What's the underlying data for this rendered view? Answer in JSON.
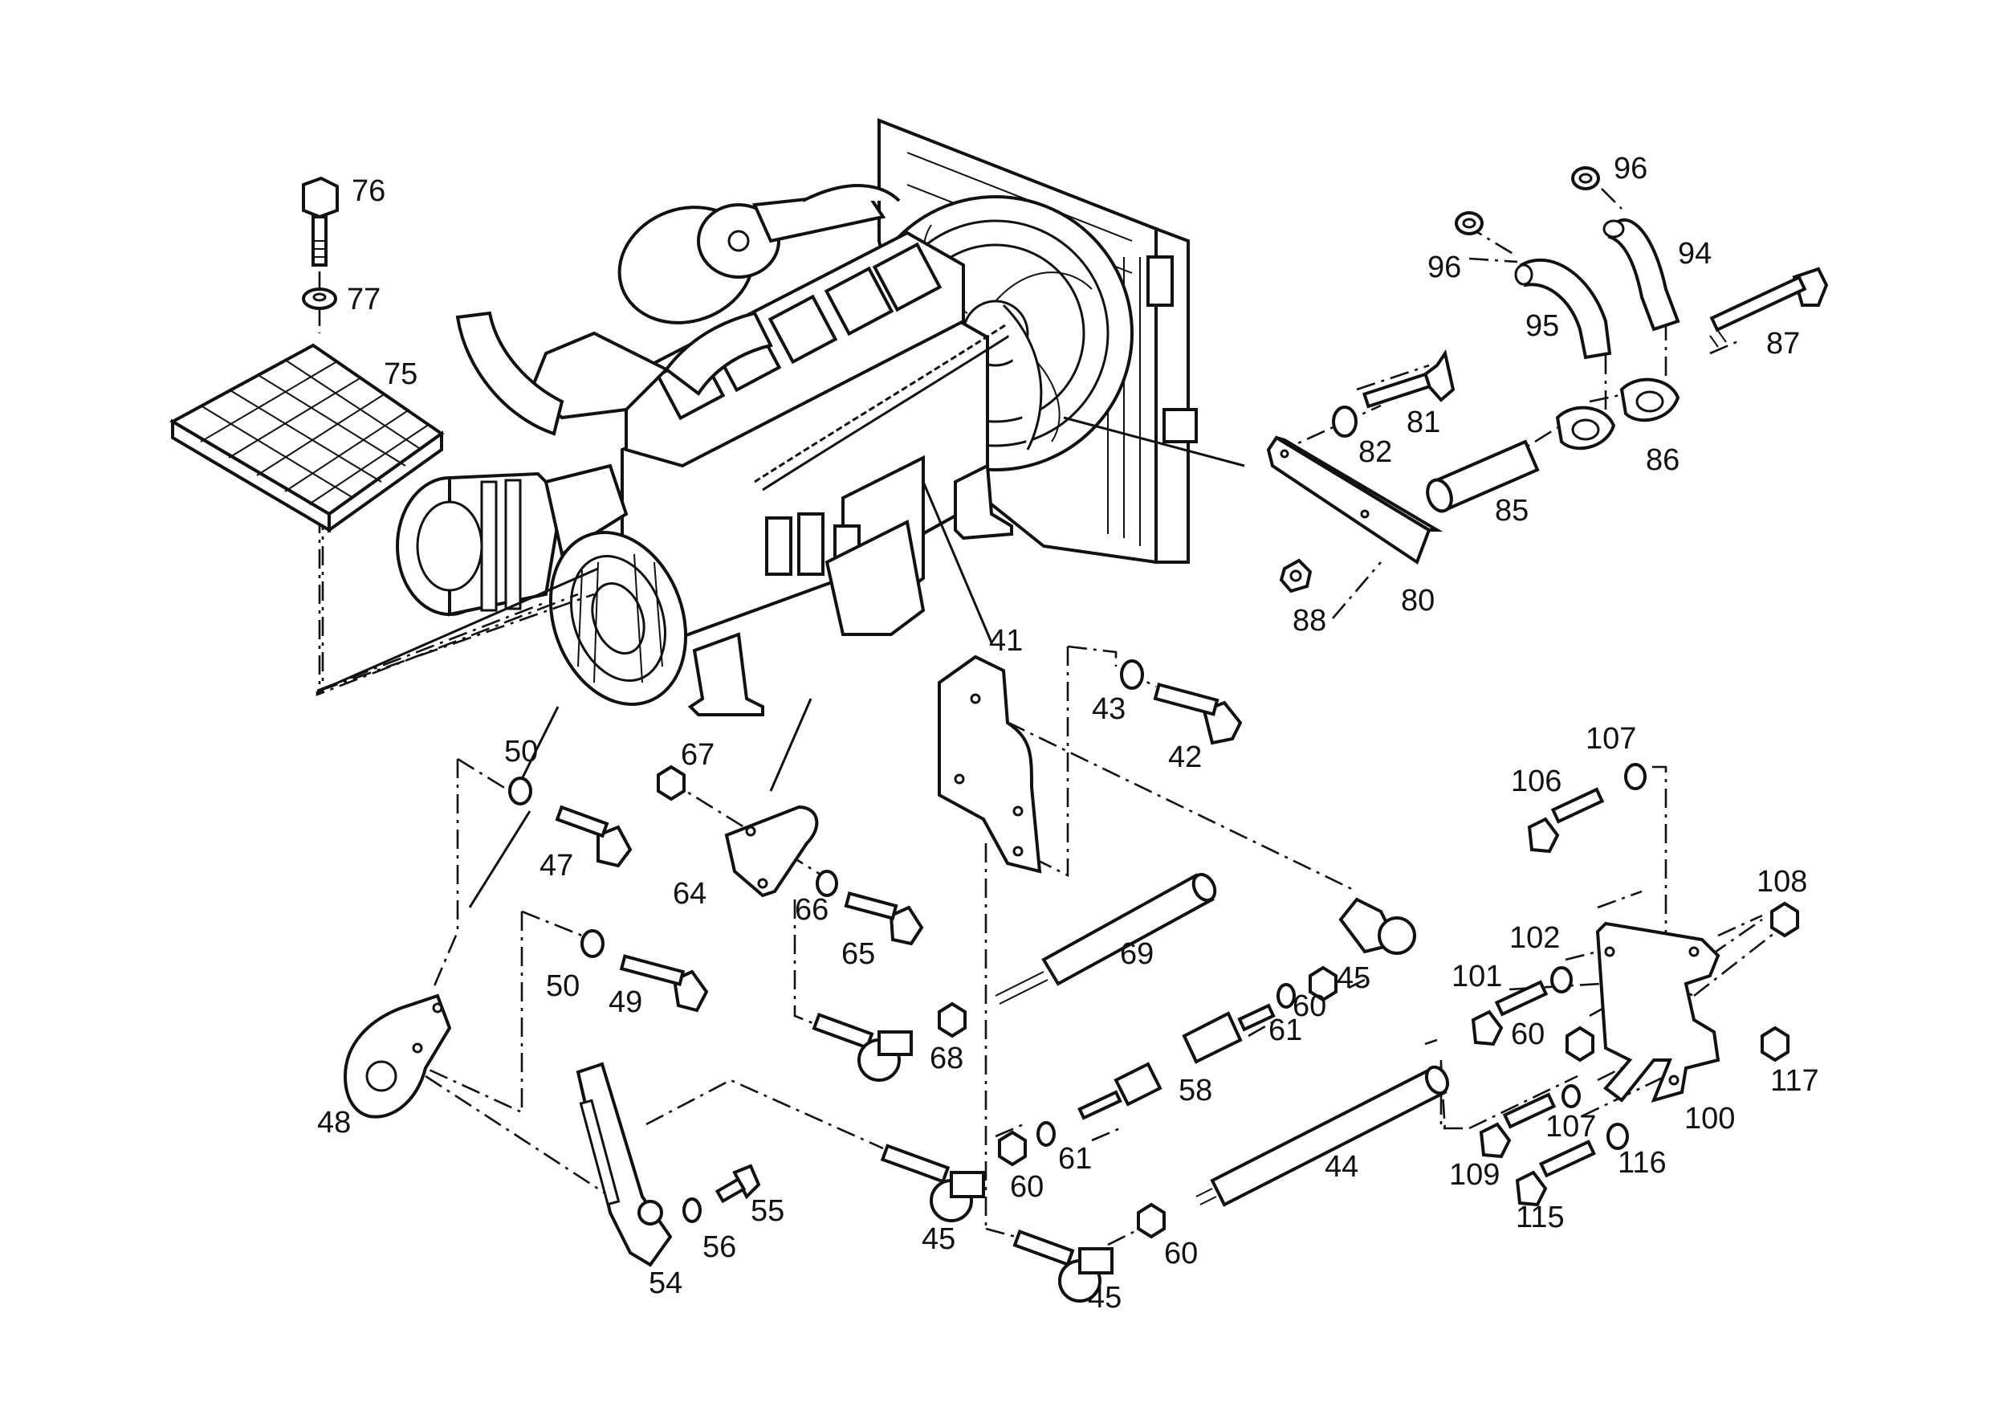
{
  "callouts": {
    "c41": "41",
    "c42": "42",
    "c43": "43",
    "c44": "44",
    "c45a": "45",
    "c45b": "45",
    "c45c": "45",
    "c47": "47",
    "c48": "48",
    "c49": "49",
    "c50a": "50",
    "c50b": "50",
    "c54": "54",
    "c55": "55",
    "c56": "56",
    "c58": "58",
    "c60a": "60",
    "c60b": "60",
    "c60c": "60",
    "c60d": "60",
    "c61a": "61",
    "c61b": "61",
    "c64": "64",
    "c65": "65",
    "c66": "66",
    "c67": "67",
    "c68": "68",
    "c69": "69",
    "c75": "75",
    "c76": "76",
    "c77": "77",
    "c80": "80",
    "c81": "81",
    "c82": "82",
    "c85": "85",
    "c86": "86",
    "c87": "87",
    "c88": "88",
    "c94": "94",
    "c95": "95",
    "c96a": "96",
    "c96b": "96",
    "c100": "100",
    "c101": "101",
    "c102": "102",
    "c106": "106",
    "c107a": "107",
    "c107b": "107",
    "c108": "108",
    "c109": "109",
    "c115": "115",
    "c116": "116",
    "c117": "117"
  }
}
